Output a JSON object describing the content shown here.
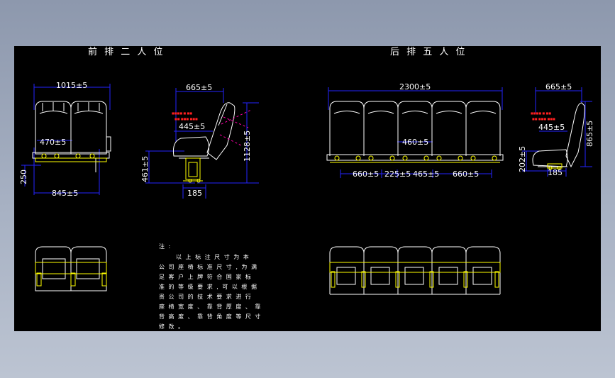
{
  "titles": {
    "front": "前 排 二 人 位",
    "rear": "后 排 五 人 位"
  },
  "front_view": {
    "width": "1015±5",
    "seat_width": "470±5",
    "base_width": "845±5",
    "side_height": "250"
  },
  "front_side": {
    "depth": "665±5",
    "seat_depth": "445±5",
    "total_height": "1128±5",
    "seat_height": "461±5",
    "base": "185"
  },
  "rear_view": {
    "width": "2300±5",
    "seat_width": "460±5",
    "spacing": [
      "660±5",
      "225±5",
      "465±5",
      "660±5"
    ]
  },
  "rear_side": {
    "depth": "665±5",
    "seat_depth": "445±5",
    "back_height": "865±5",
    "seat_height": "202±5",
    "base": "185"
  },
  "note": {
    "heading": "注 :",
    "lines": [
      "以 上 标 注 尺 寸 为 本",
      "公 司 座 椅 标 准 尺 寸 , 为 满",
      "足 客 户 上 牌 符 合 国 家 标",
      "准 的 等 级 要 求 , 可 以 根 据",
      "贵 公 司 的 技 术 要 求 进 行",
      "座 椅 宽 度 、 靠 背 厚 度 、 靠",
      "背 高 度 、 靠 背 角 度 等 尺 寸",
      "修 改 。"
    ]
  },
  "colors": {
    "background": "#000000",
    "dimension": "#2323ff",
    "outline": "#ffffff",
    "mechanism": "#ffff00",
    "recline": "#ff00aa",
    "annotation": "#ff2020"
  }
}
